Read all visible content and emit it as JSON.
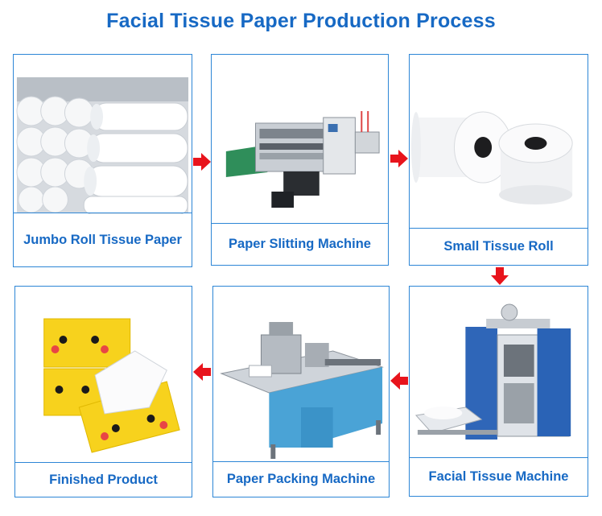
{
  "title": "Facial Tissue Paper Production Process",
  "steps": [
    {
      "label": "Jumbo Roll Tissue Paper"
    },
    {
      "label": "Paper Slitting Machine"
    },
    {
      "label": "Small Tissue Roll"
    },
    {
      "label": "Facial Tissue Machine"
    },
    {
      "label": "Paper Packing Machine"
    },
    {
      "label": "Finished Product"
    }
  ],
  "colors": {
    "frame": "#2d86d6",
    "text": "#1769c4",
    "arrow": "#e8141c",
    "pack": "#f7d21d"
  },
  "icons": {
    "arrow": "red-arrow-icon"
  }
}
